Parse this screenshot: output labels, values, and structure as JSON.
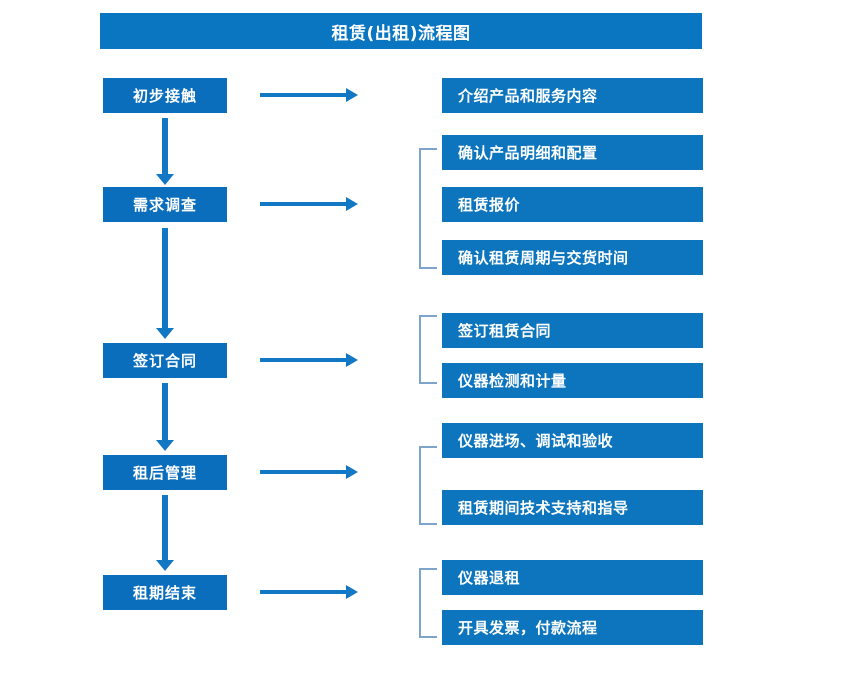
{
  "diagram": {
    "title": "租赁(出租)流程图",
    "colors": {
      "title_bar": "#0A76C2",
      "stage_box": "#0A6EBD",
      "detail_box": "#0D75BE",
      "arrow": "#1378C4",
      "bracket": "#7FA4CB",
      "text": "#FFFFFF",
      "background": "#FFFFFF"
    },
    "stages": [
      {
        "label": "初步接触"
      },
      {
        "label": "需求调查"
      },
      {
        "label": "签订合同"
      },
      {
        "label": "租后管理"
      },
      {
        "label": "租期结束"
      }
    ],
    "details": [
      {
        "label": "介绍产品和服务内容"
      },
      {
        "label": "确认产品明细和配置"
      },
      {
        "label": "租赁报价"
      },
      {
        "label": "确认租赁周期与交货时间"
      },
      {
        "label": "签订租赁合同"
      },
      {
        "label": "仪器检测和计量"
      },
      {
        "label": "仪器进场、调试和验收"
      },
      {
        "label": "租赁期间技术支持和指导"
      },
      {
        "label": "仪器退租"
      },
      {
        "label": "开具发票，付款流程"
      }
    ]
  }
}
